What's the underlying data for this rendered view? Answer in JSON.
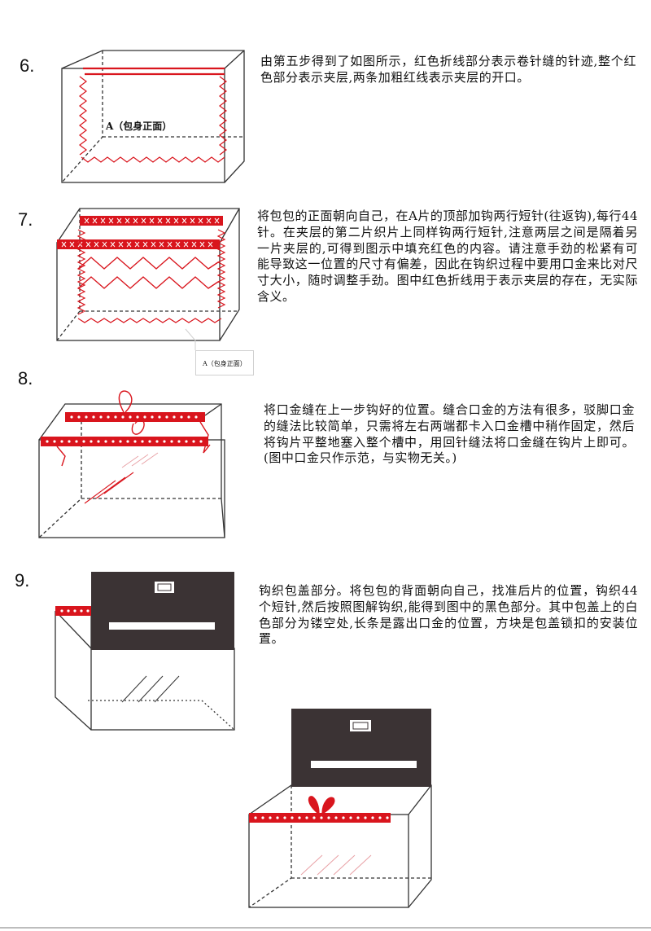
{
  "colors": {
    "red": "#d9151d",
    "pink": "#e8a0a5",
    "dark": "#3b3334",
    "line": "#333333"
  },
  "steps": [
    {
      "number": "6.",
      "text": "由第五步得到了如图所示，红色折线部分表示卷针缝的针迹,整个红色部分表示夹层,两条加粗红线表示夹层的开口。",
      "figure_label": "A（包身正面）"
    },
    {
      "number": "7.",
      "text": "将包包的正面朝向自己，在A片的顶部加钩两行短针(往返钩),每行44针。在夹层的第二片织片上同样钩两行短针,注意两层之间是隔着另一片夹层的,可得到图示中填充红色的内容。请注意手劲的松紧有可能导致这一位置的尺寸有偏差，因此在钩织过程中要用口金来比对尺寸大小，随时调整手劲。图中红色折线用于表示夹层的存在，无实际含义。",
      "figure_label": "A（包身正面）"
    },
    {
      "number": "8.",
      "text": "将口金缝在上一步钩好的位置。缝合口金的方法有很多，驳脚口金的缝法比较简单，只需将左右两端都卡入口金槽中稍作固定，然后将钩片平整地塞入整个槽中，用回针缝法将口金缝在钩片上即可。(图中口金只作示范，与实物无关。)"
    },
    {
      "number": "9.",
      "text": "钩织包盖部分。将包包的背面朝向自己，找准后片的位置，钩织44个短针,然后按照图解钩织,能得到图中的黑色部分。其中包盖上的白色部分为镂空处,长条是露出口金的位置，方块是包盖锁扣的安装位置。"
    }
  ]
}
